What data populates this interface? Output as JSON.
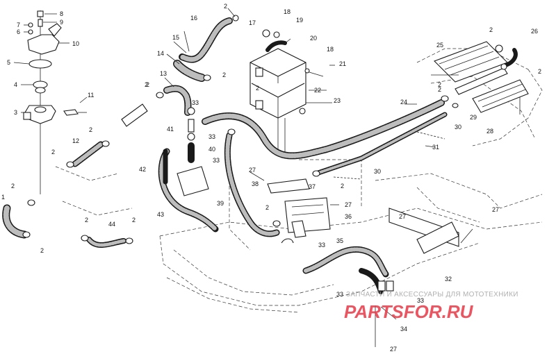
{
  "diagram": {
    "callouts": [
      {
        "id": "c8",
        "text": "8"
      },
      {
        "id": "c9",
        "text": "9"
      },
      {
        "id": "c7",
        "text": "7"
      },
      {
        "id": "c6",
        "text": "6"
      },
      {
        "id": "c10",
        "text": "10"
      },
      {
        "id": "c5",
        "text": "5"
      },
      {
        "id": "c4",
        "text": "4"
      },
      {
        "id": "c3",
        "text": "3"
      },
      {
        "id": "c11",
        "text": "11"
      },
      {
        "id": "c2a",
        "text": "2"
      },
      {
        "id": "c12",
        "text": "12"
      },
      {
        "id": "c2b",
        "text": "2"
      },
      {
        "id": "c2c",
        "text": "2"
      },
      {
        "id": "c2d",
        "text": "2"
      },
      {
        "id": "c1",
        "text": "1"
      },
      {
        "id": "c2e",
        "text": "2"
      },
      {
        "id": "c2f",
        "text": "2"
      },
      {
        "id": "c44",
        "text": "44"
      },
      {
        "id": "c2g",
        "text": "2"
      },
      {
        "id": "c16",
        "text": "16"
      },
      {
        "id": "c2h",
        "text": "2"
      },
      {
        "id": "c15",
        "text": "15"
      },
      {
        "id": "c14",
        "text": "14"
      },
      {
        "id": "c2i",
        "text": "2"
      },
      {
        "id": "c13",
        "text": "13"
      },
      {
        "id": "c2j",
        "text": "2"
      },
      {
        "id": "c33a",
        "text": "33"
      },
      {
        "id": "c41",
        "text": "41"
      },
      {
        "id": "c33b",
        "text": "33"
      },
      {
        "id": "c40",
        "text": "40"
      },
      {
        "id": "c33c",
        "text": "33"
      },
      {
        "id": "c42",
        "text": "42"
      },
      {
        "id": "c39",
        "text": "39"
      },
      {
        "id": "c43",
        "text": "43"
      },
      {
        "id": "c17",
        "text": "17"
      },
      {
        "id": "c18a",
        "text": "18"
      },
      {
        "id": "c19",
        "text": "19"
      },
      {
        "id": "c20",
        "text": "20"
      },
      {
        "id": "c18b",
        "text": "18"
      },
      {
        "id": "c21",
        "text": "21"
      },
      {
        "id": "c22",
        "text": "22"
      },
      {
        "id": "c23",
        "text": "23"
      },
      {
        "id": "c2k",
        "text": "2"
      },
      {
        "id": "c24",
        "text": "24"
      },
      {
        "id": "c2l",
        "text": "2"
      },
      {
        "id": "c30a",
        "text": "30"
      },
      {
        "id": "c31",
        "text": "31"
      },
      {
        "id": "c30b",
        "text": "30"
      },
      {
        "id": "c27a",
        "text": "27"
      },
      {
        "id": "c38",
        "text": "38"
      },
      {
        "id": "c2m",
        "text": "2"
      },
      {
        "id": "c37",
        "text": "37"
      },
      {
        "id": "c27b",
        "text": "27"
      },
      {
        "id": "c2n",
        "text": "2"
      },
      {
        "id": "c36",
        "text": "36"
      },
      {
        "id": "c33d",
        "text": "33"
      },
      {
        "id": "c35",
        "text": "35"
      },
      {
        "id": "c2o",
        "text": "2"
      },
      {
        "id": "c26",
        "text": "26"
      },
      {
        "id": "c25",
        "text": "25"
      },
      {
        "id": "c2p",
        "text": "2"
      },
      {
        "id": "c2q",
        "text": "2"
      },
      {
        "id": "c29",
        "text": "29"
      },
      {
        "id": "c28",
        "text": "28"
      },
      {
        "id": "c27c",
        "text": "27"
      },
      {
        "id": "c27d",
        "text": "27"
      },
      {
        "id": "c32",
        "text": "32"
      },
      {
        "id": "c33e",
        "text": "33"
      },
      {
        "id": "c33f",
        "text": "33"
      },
      {
        "id": "c34",
        "text": "34"
      },
      {
        "id": "c27e",
        "text": "27"
      }
    ]
  },
  "watermark": {
    "caption": "ЗАПЧАСТИ И АКСЕССУАРЫ ДЛЯ МОТОТЕХНИКИ",
    "logo": "PARTSFOR.RU",
    "logo_color": "#e63946"
  }
}
